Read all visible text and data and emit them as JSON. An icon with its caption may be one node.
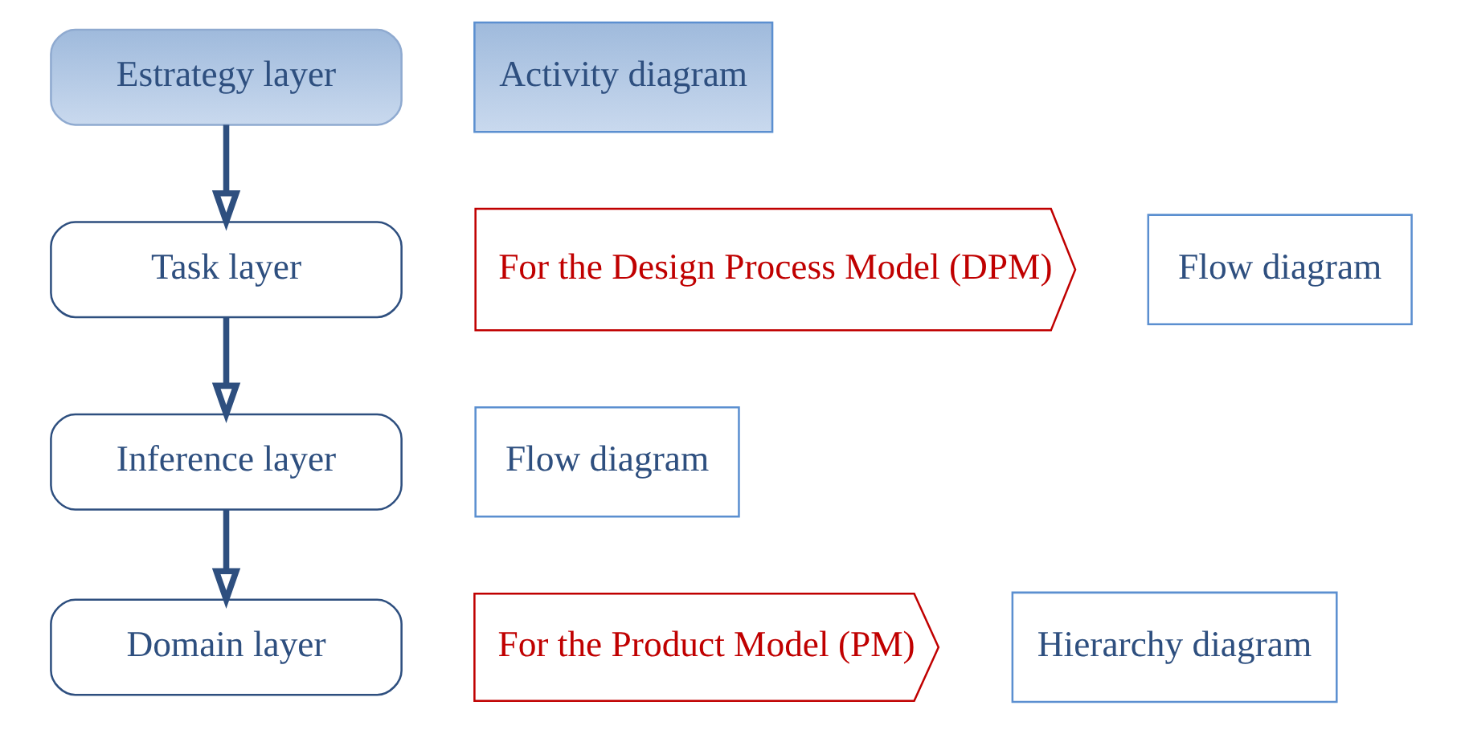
{
  "diagram": {
    "nodes": [
      {
        "text": [
          "For the Design Process Model (DPM)"
        ]
      },
      {
        "text": [
          "For the Product Model (PM)"
        ]
      },
      {
        "text": [
          "Estrategy layer"
        ]
      },
      {
        "text": [
          "Task layer"
        ]
      },
      {
        "text": [
          "Inference layer"
        ]
      },
      {
        "text": [
          "Domain layer"
        ]
      },
      {
        "text": [
          "Activity diagram"
        ]
      },
      {
        "text": [
          "Flow diagram"
        ]
      },
      {
        "text": [
          "Flow diagram"
        ]
      },
      {
        "text": [
          "Hierarchy diagram"
        ]
      }
    ],
    "edges": [
      {
        "from": 2,
        "to": 3,
        "arrow": "to"
      },
      {
        "from": 3,
        "to": 4,
        "arrow": "to"
      },
      {
        "from": 4,
        "to": 5,
        "arrow": "to"
      }
    ]
  }
}
